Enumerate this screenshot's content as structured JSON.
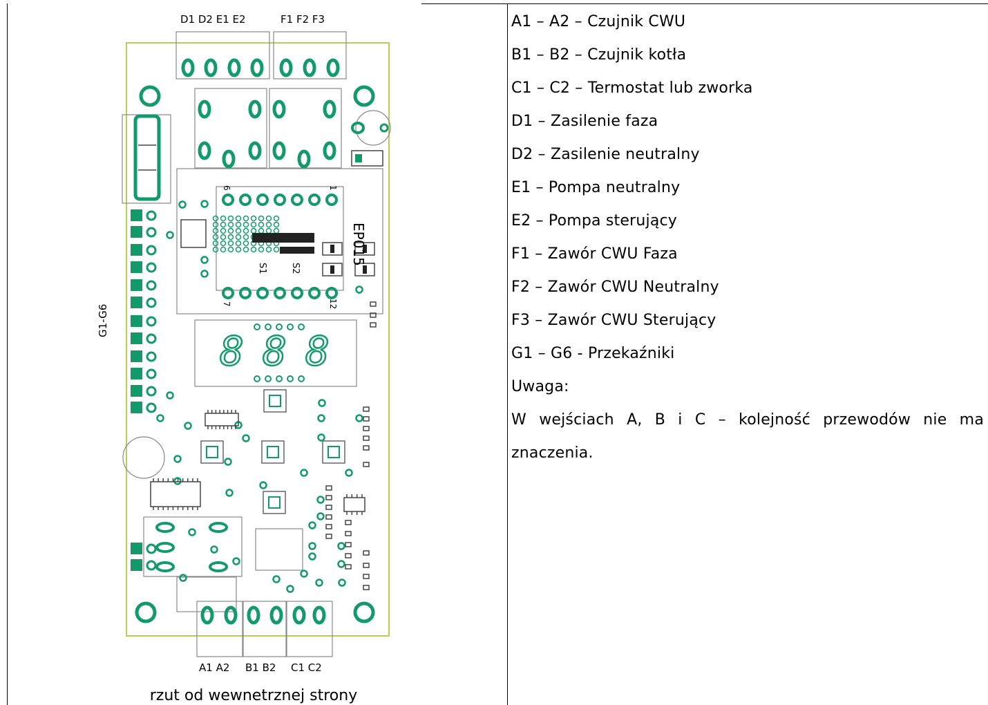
{
  "legend": [
    "A1 – A2 – Czujnik CWU",
    "B1 – B2 – Czujnik kotła",
    "C1 – C2 – Termostat lub zworka",
    "D1 – Zasilenie faza",
    "D2 – Zasilenie neutralny",
    "E1 – Pompa neutralny",
    "E2 – Pompa sterujący",
    "F1 – Zawór CWU Faza",
    "F2 – Zawór CWU Neutralny",
    "F3 – Zawór CWU Sterujący",
    "G1 – G6 - Przekaźniki"
  ],
  "note": {
    "heading": "Uwaga:",
    "text": "W wejściach A, B i C – kolejność przewodów nie ma znaczenia."
  },
  "diagram": {
    "top_labels": [
      "D1 D2 E1 E2",
      "F1 F2 F3"
    ],
    "bottom_labels": [
      "A1 A2",
      "B1 B2",
      "C1 C2"
    ],
    "side_label": "G1-G6",
    "chip_label": "EP015",
    "silk_labels": [
      "S1",
      "S2",
      "6",
      "1",
      "7",
      "12"
    ],
    "display_digits": [
      "8",
      "8",
      "8"
    ],
    "colors": {
      "pad": "#139a6a",
      "outline": "#b5ce5c",
      "silk": "#555555"
    }
  },
  "caption": "rzut od wewnetrznej strony"
}
